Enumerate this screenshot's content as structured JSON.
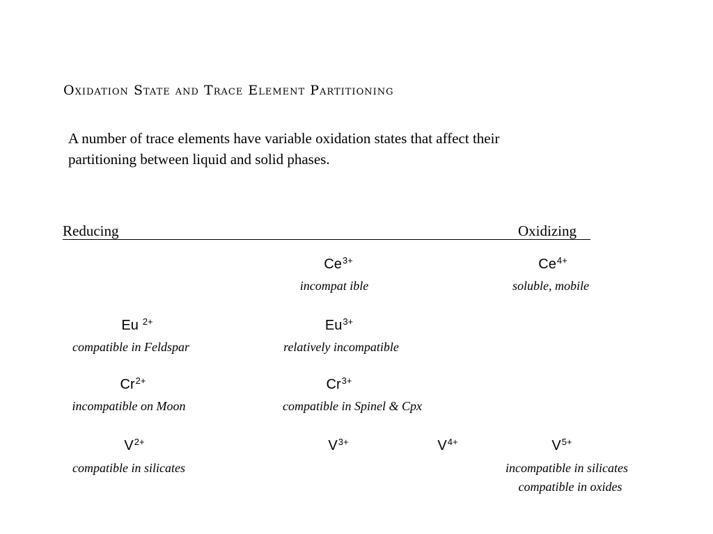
{
  "title": "Oxidation State and Trace Element Partitioning",
  "intro": "A number of trace elements have variable oxidation states that affect their partitioning between liquid and solid phases.",
  "scale": {
    "left_label": "Reducing",
    "right_label": "Oxidizing"
  },
  "cerium": {
    "ce3": {
      "symbol": "Ce",
      "charge": "3+",
      "desc": "incompat ible"
    },
    "ce4": {
      "symbol": "Ce",
      "charge": "4+",
      "desc": "soluble, mobile"
    }
  },
  "europium": {
    "eu2": {
      "symbol": "Eu",
      "charge": "2+",
      "desc": "compatible in Feldspar"
    },
    "eu3": {
      "symbol": "Eu",
      "charge": "3+",
      "desc": "relatively incompatible"
    }
  },
  "chromium": {
    "cr2": {
      "symbol": "Cr",
      "charge": "2+",
      "desc": "incompatible on Moon"
    },
    "cr3": {
      "symbol": "Cr",
      "charge": "3+",
      "desc": "compatible in Spinel & Cpx"
    }
  },
  "vanadium": {
    "v2": {
      "symbol": "V",
      "charge": "2+",
      "desc": "compatible in silicates"
    },
    "v3": {
      "symbol": "V",
      "charge": "3+"
    },
    "v4": {
      "symbol": "V",
      "charge": "4+"
    },
    "v5": {
      "symbol": "V",
      "charge": "5+",
      "desc": "incompatible in silicates",
      "desc2": "compatible in oxides"
    }
  }
}
